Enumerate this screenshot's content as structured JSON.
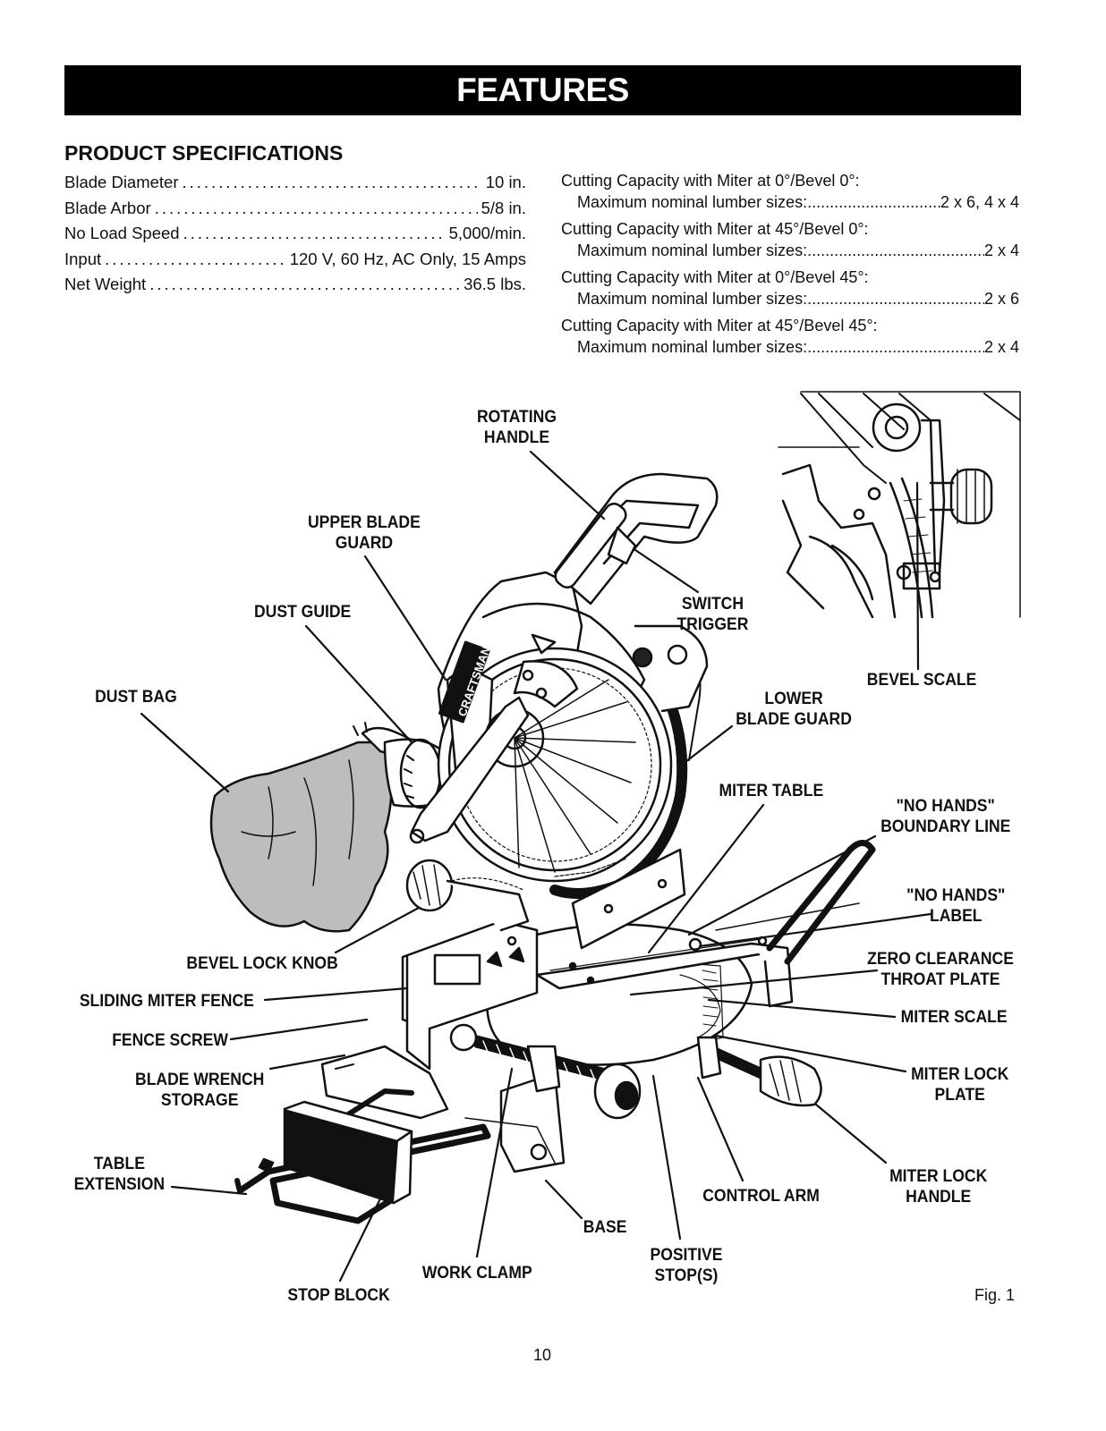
{
  "header": {
    "title": "FEATURES"
  },
  "specs": {
    "title": "PRODUCT SPECIFICATIONS",
    "rows": [
      {
        "label": "Blade Diameter",
        "value": "10 in."
      },
      {
        "label": "Blade Arbor",
        "value": "5/8 in."
      },
      {
        "label": "No Load Speed",
        "value": "5,000/min."
      },
      {
        "label": "Input",
        "value": "120 V, 60 Hz, AC Only, 15 Amps"
      },
      {
        "label": "Net Weight",
        "value": "36.5 lbs."
      }
    ]
  },
  "capacity": [
    {
      "heading": "Cutting Capacity with Miter at 0°/Bevel 0°:",
      "label": "Maximum nominal lumber sizes:",
      "value": "2 x 6, 4 x 4"
    },
    {
      "heading": "Cutting Capacity with Miter at 45°/Bevel 0°:",
      "label": "Maximum nominal lumber sizes:",
      "value": " 2 x 4"
    },
    {
      "heading": "Cutting Capacity with Miter at 0°/Bevel 45°:",
      "label": "Maximum nominal lumber sizes:",
      "value": " 2 x 6"
    },
    {
      "heading": "Cutting Capacity with Miter at 45°/Bevel 45°:",
      "label": "Maximum nominal lumber sizes:",
      "value": " 2 x 4"
    }
  ],
  "labels": {
    "rotating_handle": "ROTATING\nHANDLE",
    "upper_blade_guard": "UPPER BLADE\nGUARD",
    "dust_guide": "DUST GUIDE",
    "switch_trigger": "SWITCH\nTRIGGER",
    "bevel_scale": "BEVEL SCALE",
    "dust_bag": "DUST BAG",
    "lower_blade_guard": "LOWER\nBLADE GUARD",
    "miter_table": "MITER TABLE",
    "no_hands_boundary": "\"NO HANDS\"\nBOUNDARY LINE",
    "no_hands_label": "\"NO HANDS\"\nLABEL",
    "bevel_lock_knob": "BEVEL LOCK KNOB",
    "zero_clearance": "ZERO CLEARANCE\nTHROAT PLATE",
    "sliding_miter_fence": "SLIDING MITER FENCE",
    "miter_scale": "MITER SCALE",
    "fence_screw": "FENCE SCREW",
    "blade_wrench_storage": "BLADE WRENCH\nSTORAGE",
    "miter_lock_plate": "MITER LOCK\nPLATE",
    "table_extension": "TABLE\nEXTENSION",
    "miter_lock_handle": "MITER LOCK\nHANDLE",
    "control_arm": "CONTROL ARM",
    "base": "BASE",
    "positive_stops": "POSITIVE\nSTOP(S)",
    "work_clamp": "WORK CLAMP",
    "stop_block": "STOP BLOCK"
  },
  "brand_text": "CRAFTSMAN",
  "figure_caption": "Fig. 1",
  "page_number": "10"
}
